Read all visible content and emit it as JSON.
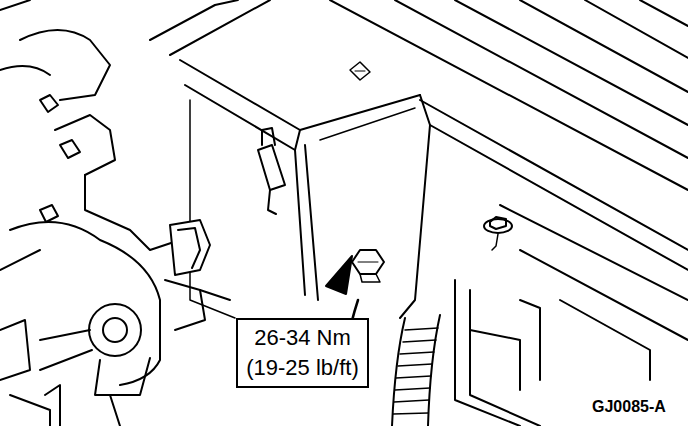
{
  "diagram": {
    "nodes": [
      {
        "text": [
          "26-34 Nm",
          "(19-25 lb/ft)"
        ]
      }
    ],
    "labels": [
      "GJ0085-A"
    ]
  }
}
